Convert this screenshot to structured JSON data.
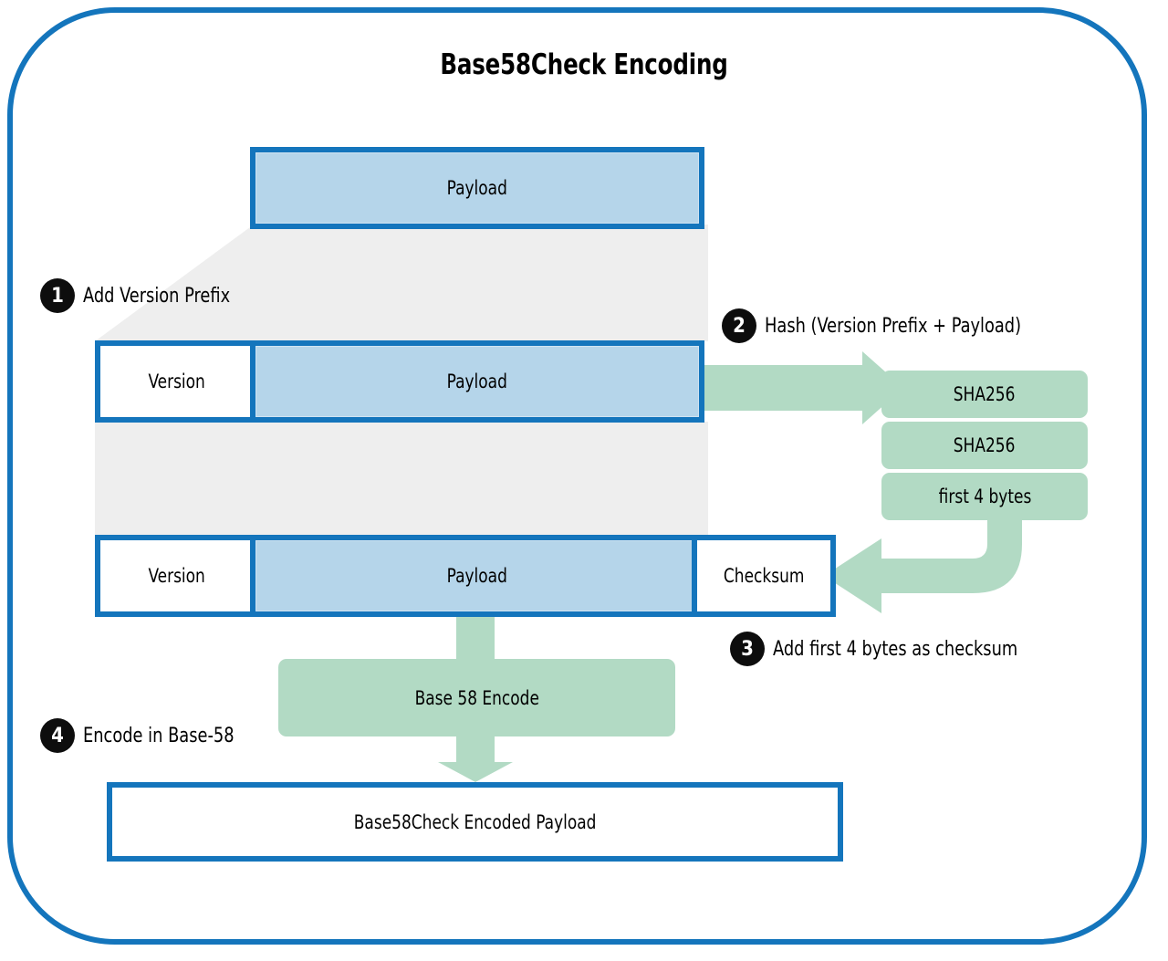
{
  "diagram": {
    "title": "Base58Check Encoding",
    "frame_color": "#1475bc",
    "box_border_color": "#1475bc",
    "payload_fill_color": "#b5d5ea",
    "hash_fill_color": "#b2dac4",
    "connector_color": "#eeeeee",
    "badge_color": "#0d0d0d"
  },
  "rows": {
    "row1": {
      "payload_label": "Payload"
    },
    "row2": {
      "version_label": "Version",
      "payload_label": "Payload"
    },
    "row3": {
      "version_label": "Version",
      "payload_label": "Payload",
      "checksum_label": "Checksum"
    },
    "row4": {
      "output_label": "Base58Check Encoded Payload"
    }
  },
  "hash_chain": {
    "items": [
      {
        "label": "SHA256"
      },
      {
        "label": "SHA256"
      },
      {
        "label": "first 4 bytes"
      }
    ]
  },
  "encode_box": {
    "label": "Base 58 Encode"
  },
  "steps": [
    {
      "number": "1",
      "label": "Add Version Prefix"
    },
    {
      "number": "2",
      "label": "Hash (Version Prefix + Payload)"
    },
    {
      "number": "3",
      "label": "Add first 4 bytes as checksum"
    },
    {
      "number": "4",
      "label": "Encode in Base-58"
    }
  ]
}
